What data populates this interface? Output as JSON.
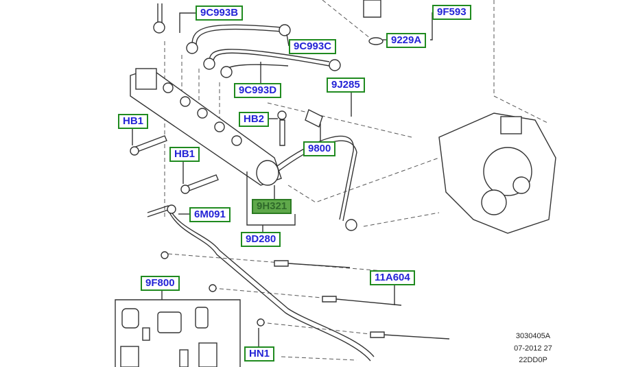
{
  "labels": {
    "l1": "9C993B",
    "l2": "9F593",
    "l3": "9229A",
    "l4": "9C993C",
    "l5": "9C993D",
    "l6": "9J285",
    "l7": "HB1",
    "l8": "HB2",
    "l9": "9800",
    "l10": "HB1",
    "l11": "9H321",
    "l12": "6M091",
    "l13": "9D280",
    "l14": "9F800",
    "l15": "11A604",
    "l16": "HN1"
  },
  "reference": {
    "code": "3030405A",
    "date": "07-2012 27",
    "model": "22DD0P"
  },
  "colors": {
    "label_border": "#1f8a1f",
    "label_text": "#2323d6",
    "highlight": "#5fa84a"
  }
}
